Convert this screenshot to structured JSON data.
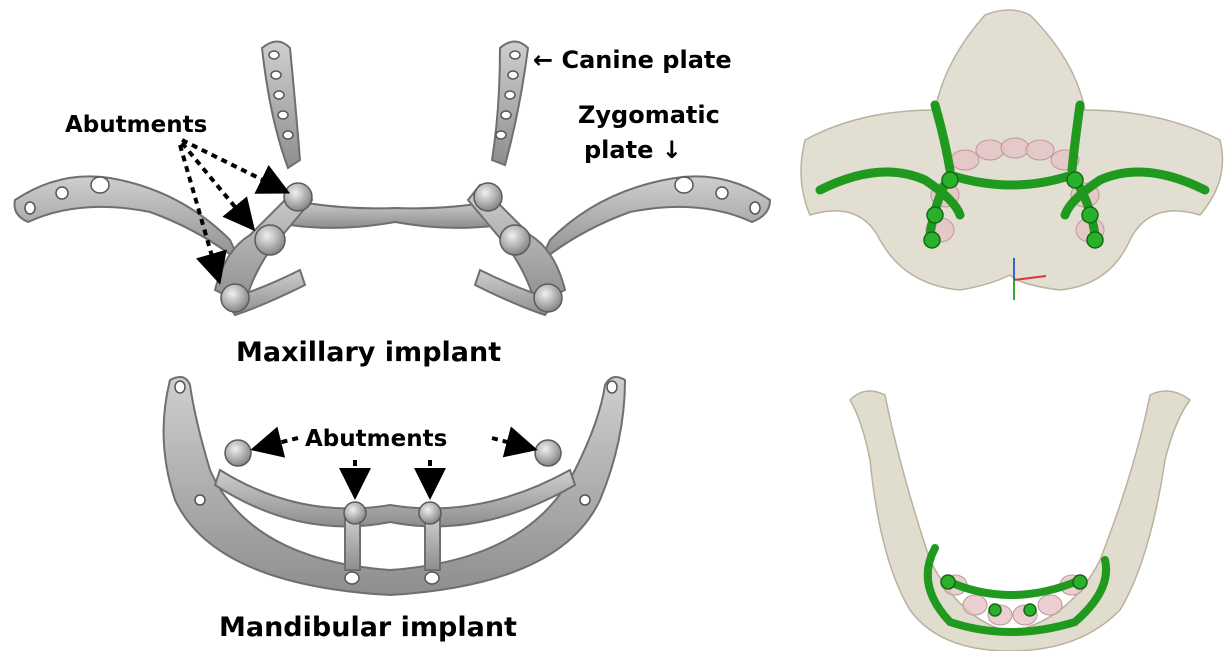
{
  "labels": {
    "canine_plate": "← Canine plate",
    "zygomatic_plate_line1": "Zygomatic",
    "zygomatic_plate_line2": "plate ↓",
    "abutments_maxillary": "Abutments",
    "abutments_mandibular": "Abutments",
    "maxillary_caption": "Maxillary implant",
    "mandibular_caption": "Mandibular implant"
  },
  "colors": {
    "implant_metal": "#a9a9a9",
    "implant_edge": "#6f6f6f",
    "implant_green": "#1f9a1f",
    "bone": "#d8d3c2",
    "teeth": "#e6c3c6",
    "arrow": "#000000"
  }
}
